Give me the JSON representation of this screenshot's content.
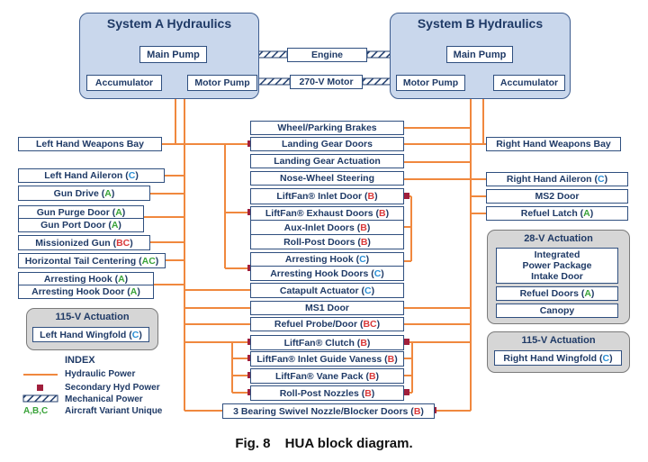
{
  "systems": {
    "a_title": "System A Hydraulics",
    "b_title": "System B Hydraulics",
    "main_pump": "Main Pump",
    "accumulator": "Accumulator",
    "motor_pump": "Motor Pump",
    "engine": "Engine",
    "motor_270v": "270-V Motor"
  },
  "center": {
    "wheel_brakes": "Wheel/Parking Brakes",
    "landing_gear_doors": "Landing Gear Doors",
    "landing_gear_actuation": "Landing Gear Actuation",
    "nose_wheel_steering": "Nose-Wheel Steering",
    "liftfan_inlet_door": "LiftFan® Inlet Door (",
    "liftfan_exhaust_doors": "LiftFan® Exhaust Doors (",
    "aux_inlet_doors": "Aux-Inlet Doors (",
    "roll_post_doors": "Roll-Post Doors (",
    "arresting_hook": "Arresting Hook (",
    "arresting_hook_doors": "Arresting Hook Doors (",
    "catapult_actuator": "Catapult Actuator (",
    "ms1_door": "MS1 Door",
    "refuel_probe": "Refuel Probe/Door (",
    "liftfan_clutch": "LiftFan® Clutch (",
    "liftfan_guide_vanes": "LiftFan® Inlet Guide Vaness (",
    "liftfan_vane_pack": "LiftFan® Vane Pack (",
    "roll_post_nozzles": "Roll-Post Nozzles (",
    "swivel_nozzle": "3 Bearing Swivel Nozzle/Blocker Doors ("
  },
  "left": {
    "weapons_bay": "Left Hand Weapons Bay",
    "aileron": "Left Hand Aileron (",
    "gun_drive": "Gun Drive (",
    "gun_purge_door": "Gun Purge Door (",
    "gun_port_door": "Gun Port Door (",
    "missionized_gun": "Missionized Gun (",
    "horizontal_tail": "Horizontal Tail Centering (",
    "arresting_hook": "Arresting Hook (",
    "arresting_hook_door": "Arresting Hook Door (",
    "act115_title": "115-V Actuation",
    "wingfold": "Left Hand Wingfold ("
  },
  "right": {
    "weapons_bay": "Right Hand Weapons Bay",
    "aileron": "Right Hand Aileron (",
    "ms2_door": "MS2 Door",
    "refuel_latch": "Refuel Latch (",
    "act28_title": "28-V Actuation",
    "ipp_line1": "Integrated",
    "ipp_line2": "Power Package",
    "ipp_line3": "Intake Door",
    "refuel_doors": "Refuel Doors (",
    "canopy": "Canopy",
    "act115_title": "115-V Actuation",
    "wingfold": "Right Hand Wingfold ("
  },
  "variants": {
    "A": "A",
    "B": "B",
    "C": "C",
    "BC": "BC",
    "AC": "AC",
    "close": ")"
  },
  "index": {
    "title": "INDEX",
    "hydraulic": "Hydraulic Power",
    "secondary": "Secondary Hyd Power",
    "mechanical": "Mechanical Power",
    "variant_letters": "A,B,C",
    "variant_label": "Aircraft Variant Unique"
  },
  "caption": {
    "fig": "Fig. 8",
    "title": "HUA block diagram."
  },
  "colors": {
    "hydraulic_line": "#f0883e",
    "secondary_marker": "#a01f3c",
    "system_fill": "#c9d7ec",
    "box_text": "#1f3a66",
    "variant_a": "#3aa33a",
    "variant_b": "#d9393a",
    "variant_c": "#2a8fd6"
  }
}
